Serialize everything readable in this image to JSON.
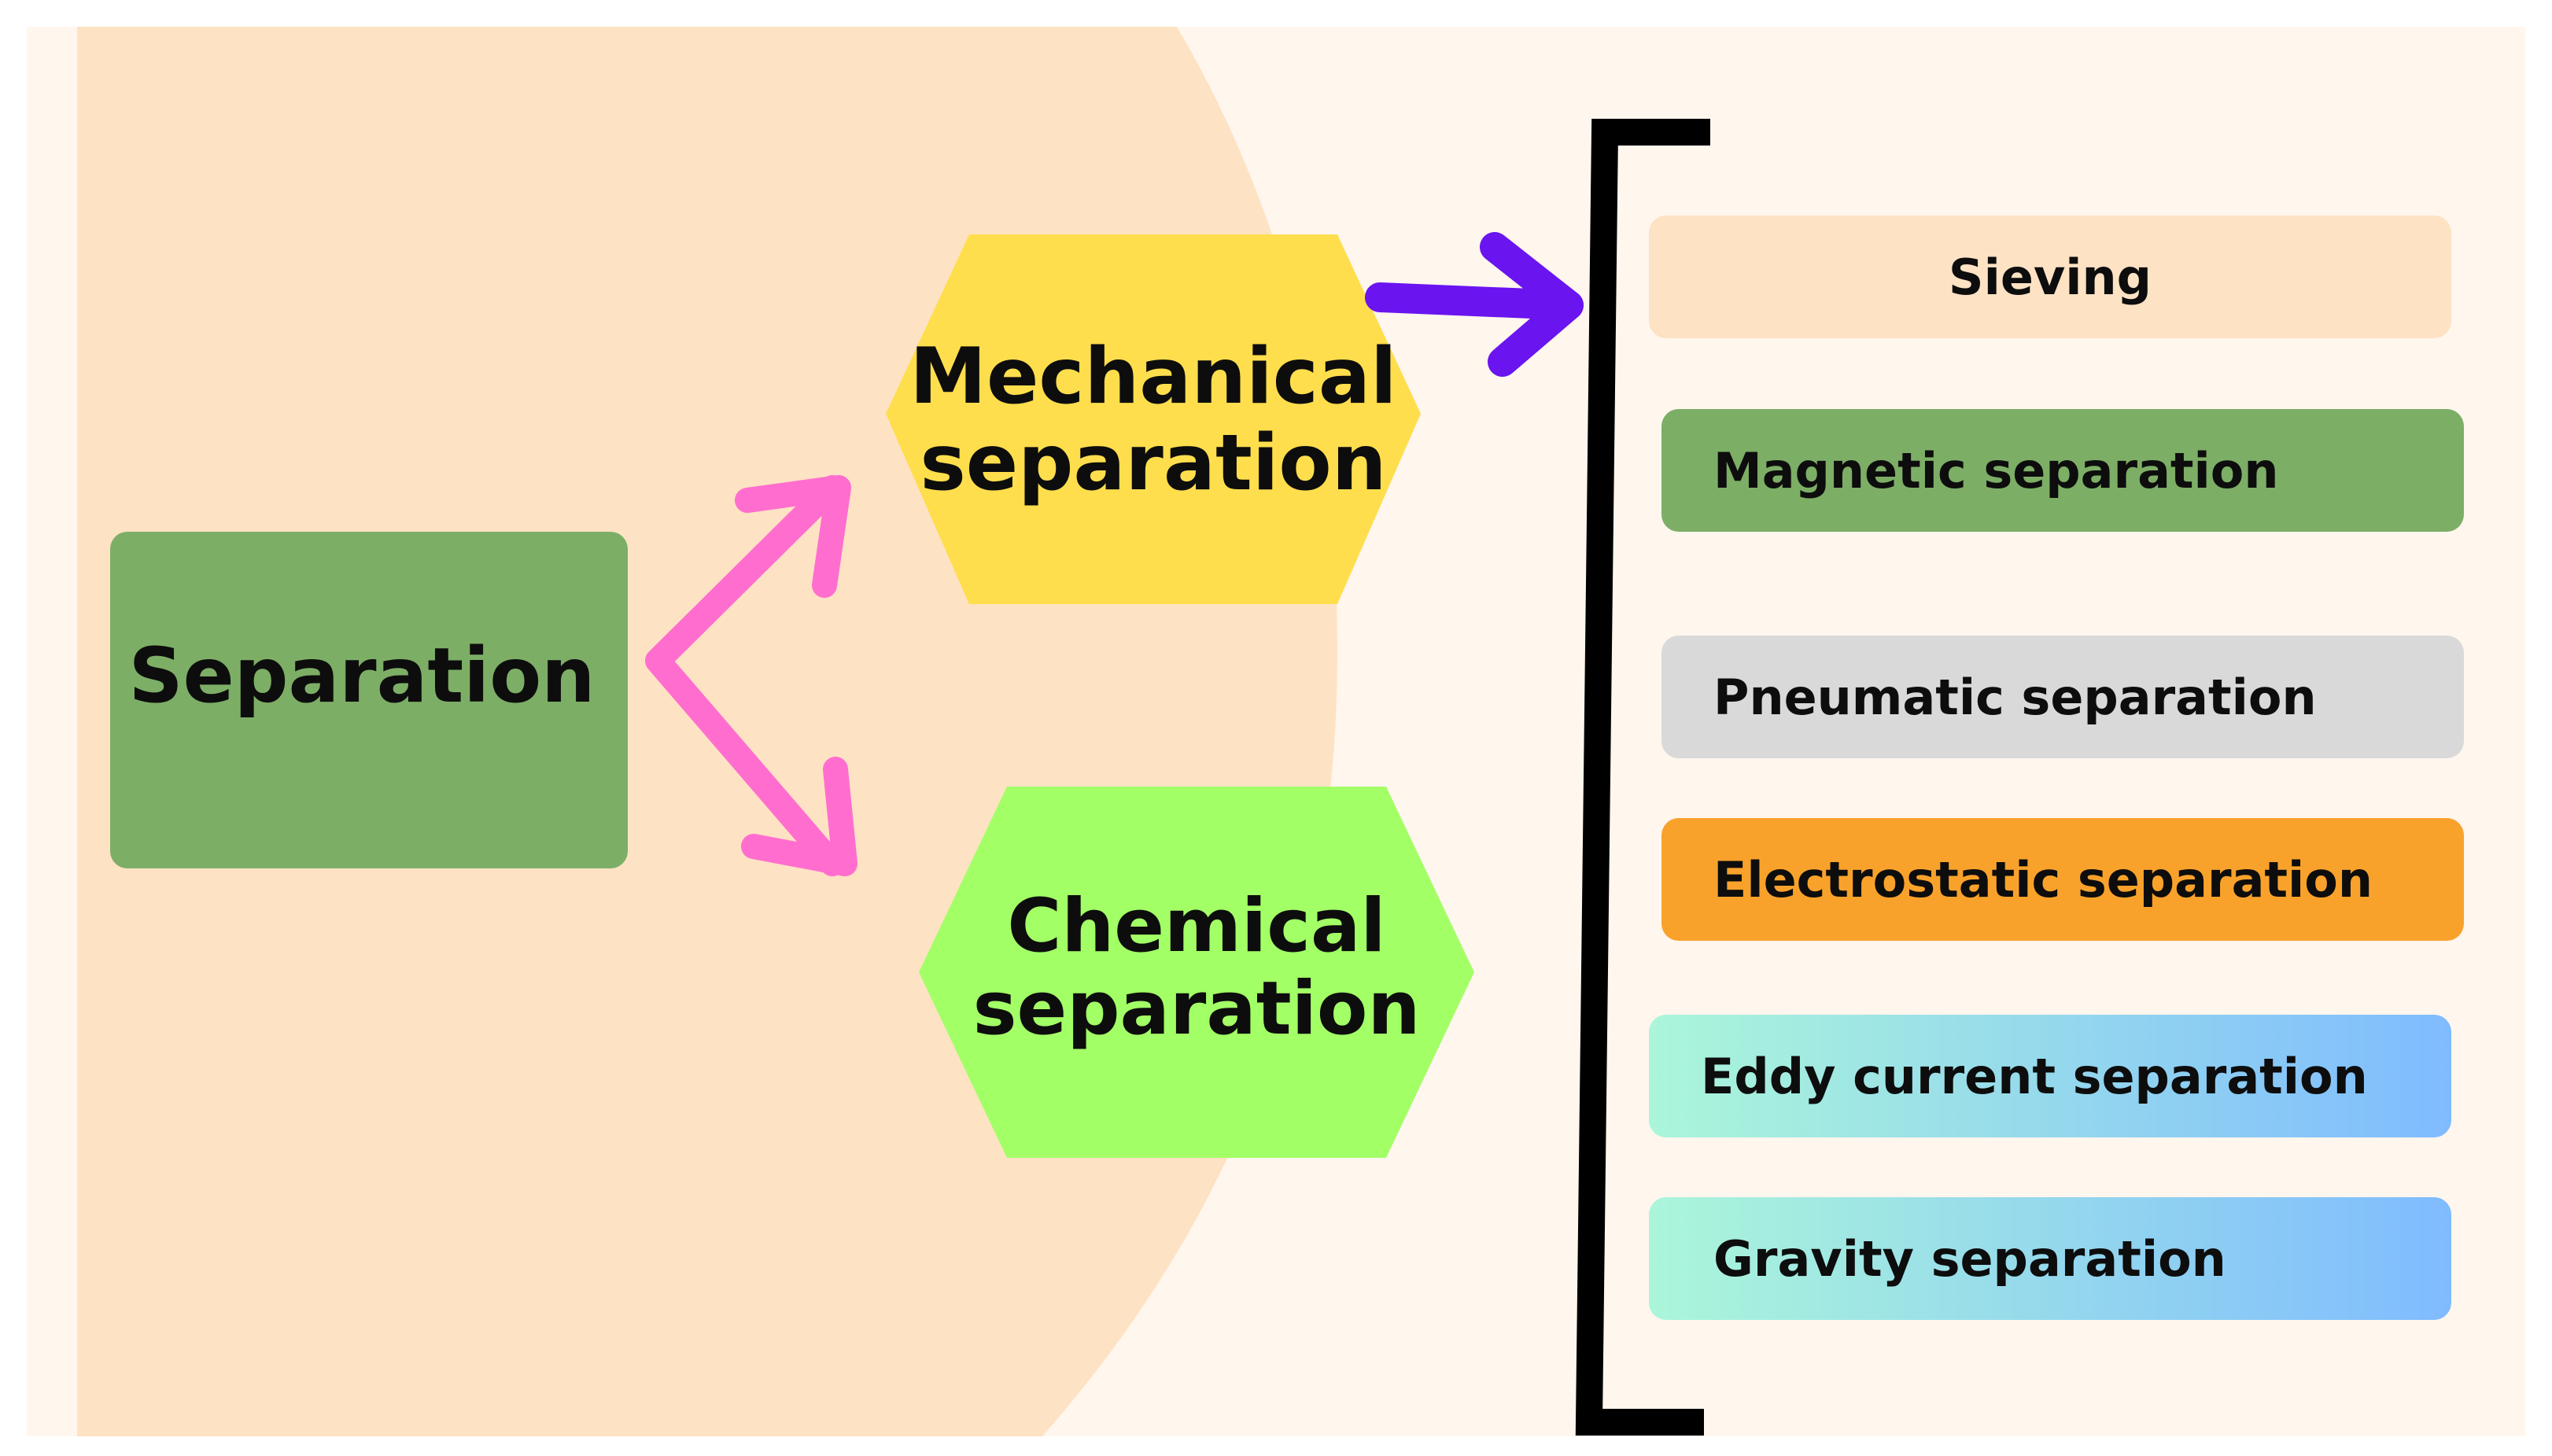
{
  "root": {
    "label": "Separation",
    "color": "#7DAE66"
  },
  "categories": [
    {
      "label": "Mechanical separation",
      "line1": "Mechanical",
      "line2": "separation",
      "color": "#FFDE4D"
    },
    {
      "label": "Chemical separation",
      "line1": "Chemical",
      "line2": "separation",
      "color": "#A3FF66"
    }
  ],
  "methods": [
    {
      "label": "Sieving",
      "color": "#FDE2C4"
    },
    {
      "label": "Magnetic separation",
      "color": "#7DAE66"
    },
    {
      "label": "Pneumatic separation",
      "color": "#D9D9D9"
    },
    {
      "label": "Electrostatic separation",
      "color": "#F9A22B"
    },
    {
      "label": "Eddy current separation",
      "gradient": [
        "#ABF6DA",
        "#7FBBFF"
      ]
    },
    {
      "label": "Gravity separation",
      "gradient": [
        "#ABF6DA",
        "#7FBBFF"
      ]
    }
  ],
  "colors": {
    "page_background": "#FFF6EE",
    "blob": "#FEE2C4",
    "split_arrows": "#FF6ECF",
    "method_arrow": "#6A14F0",
    "bracket": "#000000"
  }
}
